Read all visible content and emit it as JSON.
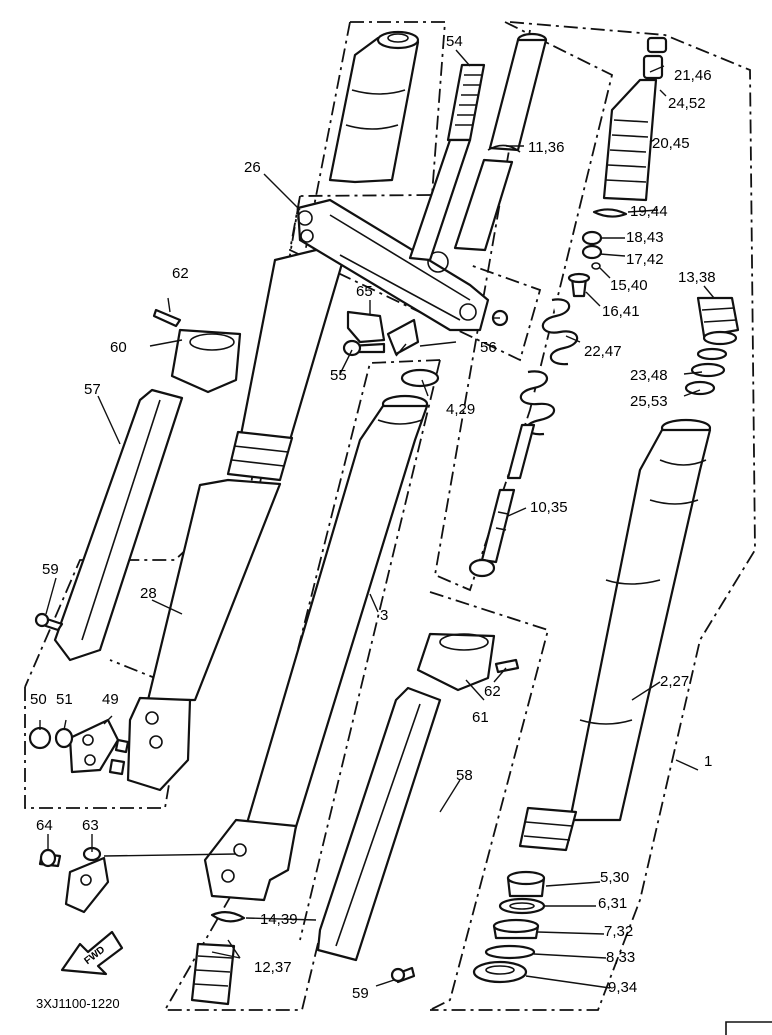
{
  "labels": {
    "l1": "1",
    "l2_27": "2,27",
    "l3": "3",
    "l4_29": "4,29",
    "l5_30": "5,30",
    "l6_31": "6,31",
    "l7_32": "7,32",
    "l8_33": "8,33",
    "l9_34": "9,34",
    "l10_35": "10,35",
    "l11_36": "11,36",
    "l12_37": "12,37",
    "l13_38": "13,38",
    "l14_39": "14,39",
    "l15_40": "15,40",
    "l16_41": "16,41",
    "l17_42": "17,42",
    "l18_43": "18,43",
    "l19_44": "19,44",
    "l20_45": "20,45",
    "l21_46": "21,46",
    "l22_47": "22,47",
    "l23_48": "23,48",
    "l24_52": "24,52",
    "l25_53": "25,53",
    "l26": "26",
    "l28": "28",
    "l49": "49",
    "l50": "50",
    "l51": "51",
    "l54": "54",
    "l55": "55",
    "l56": "56",
    "l57": "57",
    "l58": "58",
    "l59a": "59",
    "l59b": "59",
    "l60": "60",
    "l61": "61",
    "l62a": "62",
    "l62b": "62",
    "l63": "63",
    "l64": "64",
    "l65": "65"
  },
  "fwd_label": "FWD",
  "diagram_code": "3XJ1100-1220"
}
